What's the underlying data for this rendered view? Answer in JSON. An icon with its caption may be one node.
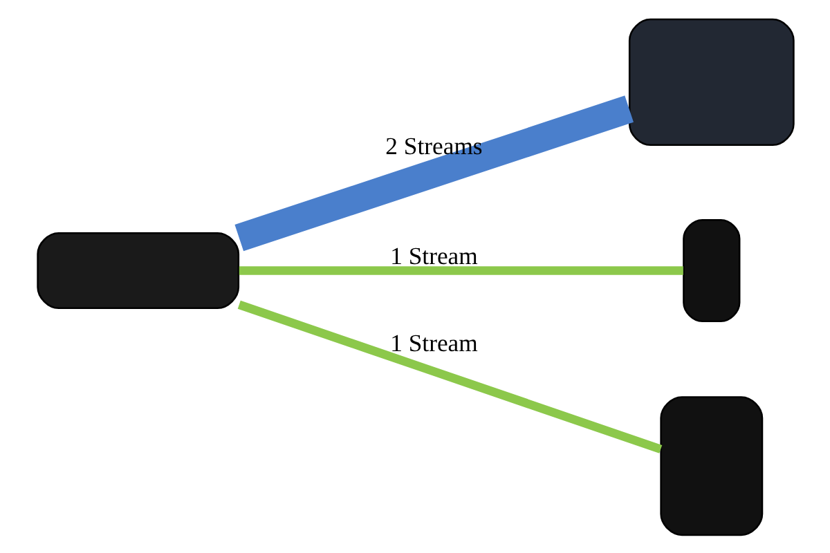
{
  "diagram": {
    "nodes": [
      {
        "text": [],
        "shape": "box"
      },
      {
        "text": [],
        "shape": "box"
      },
      {
        "text": [],
        "shape": "box"
      },
      {
        "text": [],
        "shape": "box"
      }
    ],
    "edges": [
      {
        "from": 0,
        "to": 1,
        "arrow": "none",
        "label": "2 Streams",
        "style": "thick",
        "color": "#4a7fcc"
      },
      {
        "from": 0,
        "to": 2,
        "arrow": "none",
        "label": "1 Stream"
      },
      {
        "from": 0,
        "to": 3,
        "arrow": "none",
        "label": "1 Stream"
      }
    ]
  }
}
